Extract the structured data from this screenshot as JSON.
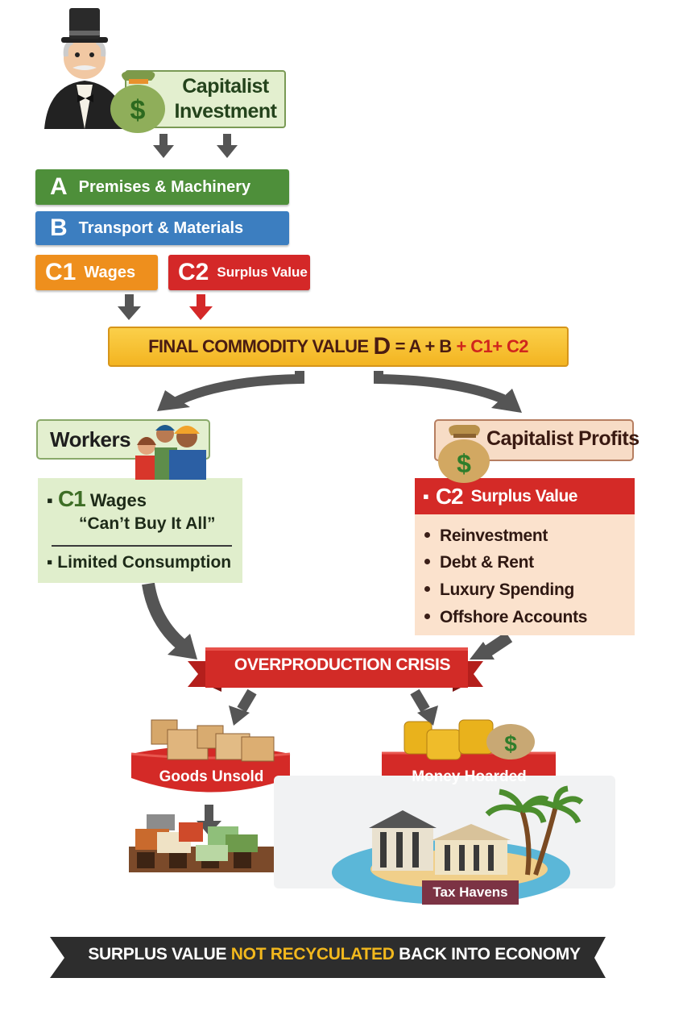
{
  "diagram": {
    "investment": {
      "title_line1": "Capitalist",
      "title_line2": "Investment"
    },
    "components": [
      {
        "letter": "A",
        "label": "Premises & Machinery",
        "color": "#4e8f3a"
      },
      {
        "letter": "B",
        "label": "Transport & Materials",
        "color": "#3c7ec0"
      },
      {
        "letter": "C1",
        "label": "Wages",
        "color": "#ee8f1d"
      },
      {
        "letter": "C2",
        "label": "Surplus Value",
        "color": "#d42828"
      }
    ],
    "final_value": {
      "prefix": "FINAL COMMODITY VALUE",
      "d": "D",
      "eq": "= A + B",
      "tail": "+ C1+ C2"
    },
    "workers": {
      "title": "Workers",
      "bullet": "▪",
      "c1": "C1",
      "c1_label": "Wages",
      "quote": "“Can’t Buy It All”",
      "limited": "Limited Consumption"
    },
    "profits": {
      "title": "Capitalist Profits",
      "bullet": "▪",
      "c2": "C2",
      "c2_label": "Surplus Value",
      "items": [
        "Reinvestment",
        "Debt & Rent",
        "Luxury Spending",
        "Offshore Accounts"
      ]
    },
    "crisis": {
      "label": "OVERPRODUCTION CRISIS"
    },
    "outcomes": {
      "goods": "Goods Unsold",
      "money": "Money Hoarded",
      "tax": "Tax Havens"
    },
    "conclusion": {
      "part1": "SURPLUS VALUE",
      "highlight": "NOT RECYCULATED",
      "part2": "BACK INTO ECONOMY"
    }
  },
  "colors": {
    "arrow": "#555555",
    "red_arrow": "#d42828",
    "ribbon_red": "#cf2a27",
    "banner_dark": "#2d2d2d",
    "highlight_yellow": "#f2b81d"
  }
}
